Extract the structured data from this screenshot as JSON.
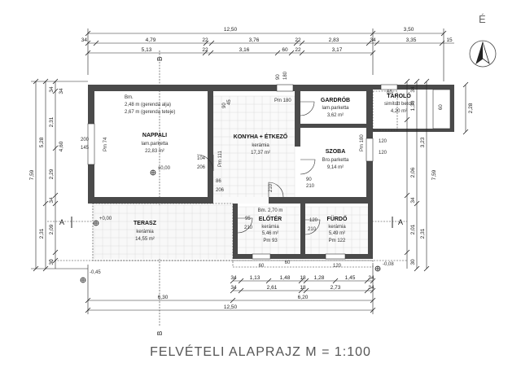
{
  "caption": "FELVÉTELI ALAPRAJZ M = 1:100",
  "north_label": "É",
  "section_labels": {
    "a": "A",
    "b": "B"
  },
  "rooms": {
    "nappali": {
      "name": "NAPPALI",
      "floor": "lam.parketta",
      "area": "22,83 m²",
      "note_label": "Bm.",
      "note1": "2,48 m (gerenda alja)",
      "note2": "2,67 m (gerenda teteje)"
    },
    "konyha": {
      "name": "KONYHA + ÉTKEZŐ",
      "floor": "kerámia",
      "area": "17,37 m²"
    },
    "gardrob": {
      "name": "GARDRÓB",
      "floor": "lam.parketta",
      "area": "3,62 m²"
    },
    "taroló": {
      "name": "TÁROLÓ",
      "floor": "simított beton",
      "area": "4,20 m²"
    },
    "szoba": {
      "name": "SZOBA",
      "floor": "Bro.parketta",
      "area": "9,14 m²"
    },
    "terasz": {
      "name": "TERASZ",
      "floor": "kerámia",
      "area": "14,55 m²"
    },
    "eloter": {
      "name": "ELŐTÉR",
      "floor": "kerámia",
      "area": "5,46 m²",
      "extra": "Pm 93",
      "bm": "Bm. 2,70 m"
    },
    "furdo": {
      "name": "FÜRDŐ",
      "floor": "kerámia",
      "area": "5,49 m²",
      "extra": "Pm 122"
    }
  },
  "levels": {
    "floor": "±0,00",
    "terrace": "+0,00",
    "ext1": "-0,45",
    "ext2": "-0,08"
  },
  "top_dims": {
    "row1": [
      "12,50",
      "3,50"
    ],
    "row2": [
      "34",
      "4,79",
      "22",
      "3,76",
      "22",
      "2,83",
      "34",
      "3,35",
      "15"
    ],
    "row3": [
      "5,13",
      "22",
      "3,16",
      "60",
      "22",
      "3,17"
    ]
  },
  "bottom_dims": {
    "row1": [
      "34",
      "1,13",
      "1,48",
      "18",
      "1,28",
      "1,45",
      "34"
    ],
    "row2": [
      "34",
      "2,61",
      "18",
      "2,73",
      "34"
    ],
    "row3": [
      "6,30",
      "6,20"
    ],
    "row4": [
      "12,50"
    ]
  },
  "left_dims": {
    "outer": [
      "7,59"
    ],
    "mid": [
      "5,28",
      "2,31"
    ],
    "inner": [
      "2,31",
      "4,60",
      "2,29",
      "2,09",
      "30",
      "34",
      "34",
      "34"
    ]
  },
  "right_dims": {
    "outer": [
      "7,59"
    ],
    "mid": [
      "3,23",
      "2,31"
    ],
    "inner": [
      "2,06",
      "2,01",
      "30",
      "34",
      "1,30",
      "34"
    ],
    "far": [
      "2,28"
    ]
  },
  "door_window_labels": [
    "200",
    "145",
    "Pm 74",
    "104",
    "206",
    "Pm 111",
    "86",
    "206",
    "Pm 180",
    "90",
    "180",
    "90",
    "210",
    "90",
    "210",
    "60",
    "60",
    "45",
    "95",
    "120",
    "120",
    "Pm 180",
    "120",
    "210",
    "120",
    "60",
    "210",
    "60"
  ]
}
